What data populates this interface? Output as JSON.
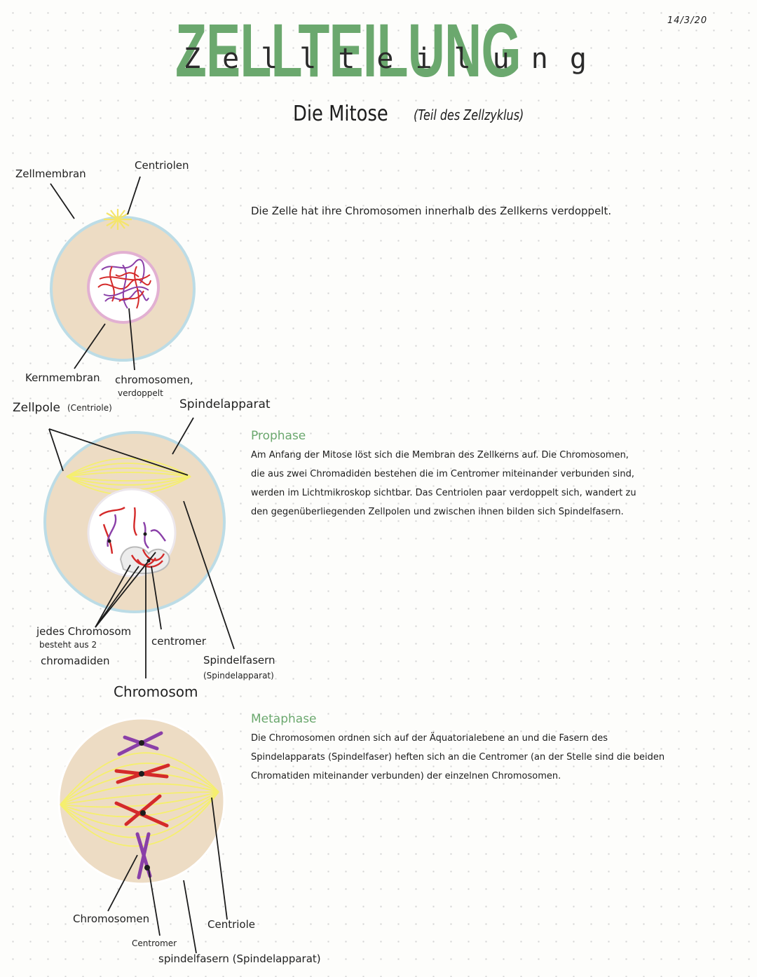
{
  "header": {
    "date": "14/3/20",
    "title_big": "ZELLTEILUNG",
    "title_small": "Zellteilung",
    "subtitle": "Die Mitose",
    "subtitle_note": "(Teil des Zellzyklus)"
  },
  "interphase": {
    "labels": {
      "zellmembran": "Zellmembran",
      "centriolen": "Centriolen",
      "kernmembran": "Kernmembran",
      "chromosomen_line1": "chromosomen,",
      "chromosomen_line2": "verdoppelt"
    },
    "description": "Die Zelle hat ihre Chromosomen innerhalb des Zellkerns verdoppelt."
  },
  "prophase": {
    "labels": {
      "zellpole": "Zellpole",
      "zellpole_note": "(Centriole)",
      "spindelapparat": "Spindelapparat",
      "jedes_line1": "jedes Chromosom",
      "jedes_line2": "besteht aus 2",
      "jedes_line3": "chromadiden",
      "centromer": "centromer",
      "spindelfasern": "Spindelfasern",
      "spindelfasern_note": "(Spindelapparat)",
      "chromosom": "Chromosom"
    },
    "title": "Prophase",
    "text_lines": [
      "Am Anfang der Mitose löst sich die Membran des Zellkerns auf. Die Chromosomen,",
      "die aus zwei Chromadiden bestehen die im Centromer miteinander verbunden sind,",
      "werden im Lichtmikroskop sichtbar. Das Centriolen paar verdoppelt sich, wandert zu",
      "den gegenüberliegenden Zellpolen und zwischen ihnen bilden sich Spindelfasern."
    ]
  },
  "metaphase": {
    "labels": {
      "chromosomen": "Chromosomen",
      "centriole": "Centriole",
      "centromer": "Centromer",
      "spindelfasern": "spindelfasern (Spindelapparat)"
    },
    "title": "Metaphase",
    "text_lines": [
      "Die Chromosomen ordnen sich auf der Äquatorialebene an und die Fasern des",
      "Spindelapparats (Spindelfaser) heften sich an die Centromer (an der Stelle sind die beiden",
      "Chromatiden miteinander verbunden) der einzelnen Chromosomen."
    ]
  },
  "colors": {
    "cell_fill": "#eddcc4",
    "cell_stroke": "#bcdce6",
    "nucleus_stroke": "#e2b0d2",
    "spindle": "#f5ef6e",
    "chromosome_red": "#d42a2a",
    "chromosome_purple": "#8a3fa8",
    "title_green": "#6ba86e"
  }
}
